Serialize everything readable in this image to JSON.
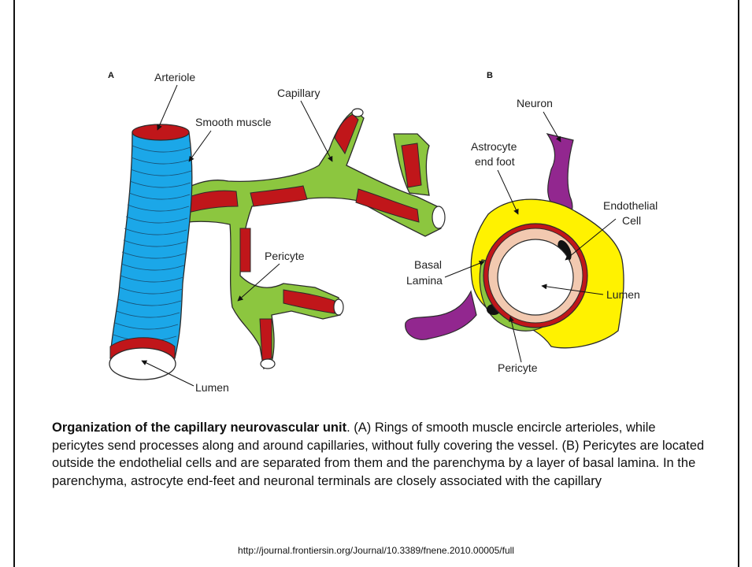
{
  "figure": {
    "panel_a": "A",
    "panel_b": "B",
    "labels_a": {
      "arteriole": "Arteriole",
      "smooth_muscle": "Smooth muscle",
      "capillary": "Capillary",
      "pericyte": "Pericyte",
      "lumen": "Lumen"
    },
    "labels_b": {
      "neuron": "Neuron",
      "astrocyte_1": "Astrocyte",
      "astrocyte_2": "end foot",
      "endothelial_1": "Endothelial",
      "endothelial_2": "Cell",
      "basal_1": "Basal",
      "basal_2": "Lamina",
      "lumen": "Lumen",
      "pericyte": "Pericyte"
    },
    "colors": {
      "smooth_muscle": "#1ba7e8",
      "vessel": "#c0161a",
      "pericyte": "#8cc63f",
      "astrocyte": "#fff200",
      "neuron": "#92278f",
      "endothelial": "#f2c9b0"
    }
  },
  "caption": {
    "bold": "Organization of the capillary neurovascular unit",
    "text": ". (A) Rings of smooth muscle encircle arterioles, while pericytes send processes along and around capillaries, without fully covering the vessel. (B) Pericytes are located outside the endothelial cells and are separated from them and the parenchyma by a layer of basal lamina. In the parenchyma, astrocyte end-feet and neuronal terminals are closely associated with the capillary"
  },
  "source": "http://journal.frontiersin.org/Journal/10.3389/fnene.2010.00005/full"
}
